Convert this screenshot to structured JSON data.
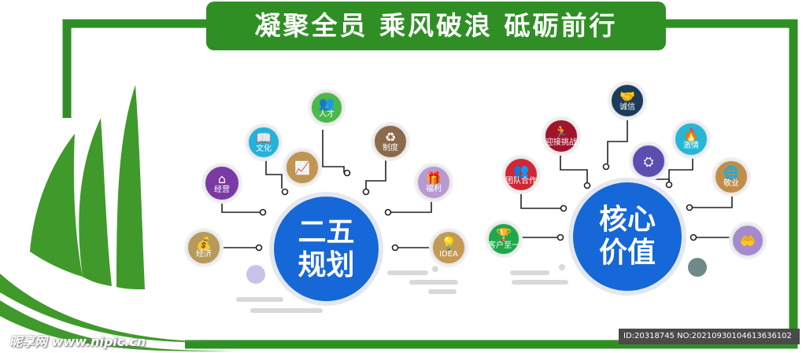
{
  "slogan": "凝聚全员 乘风破浪 砥砺前行",
  "colors": {
    "frame_green": "#2f8f25",
    "sail_green": "#3f9a2b",
    "hub_blue": "#1667d8",
    "dot_gray": "#c9c9c9"
  },
  "left_hub": {
    "line1": "二五",
    "line2": "规划"
  },
  "right_hub": {
    "line1": "核心",
    "line2": "价值"
  },
  "left_nodes": [
    {
      "label": "经济",
      "icon": "money-bag-icon",
      "glyph": "💰",
      "color": "#b59a5a"
    },
    {
      "label": "经营",
      "icon": "house-icon",
      "glyph": "⌂",
      "color": "#7b3aa3"
    },
    {
      "label": "文化",
      "icon": "book-icon",
      "glyph": "📖",
      "color": "#23b2dc"
    },
    {
      "label": "",
      "icon": "chart-board-icon",
      "glyph": "📈",
      "color": "#bf9550"
    },
    {
      "label": "人才",
      "icon": "people-icon",
      "glyph": "👥",
      "color": "#4ab84a"
    },
    {
      "label": "制度",
      "icon": "recycle-icon",
      "glyph": "♻",
      "color": "#8b6a4c"
    },
    {
      "label": "福利",
      "icon": "gift-icon",
      "glyph": "🎁",
      "color": "#b79ad1"
    },
    {
      "label": "IDEA",
      "icon": "lightbulb-icon",
      "glyph": "💡",
      "color": "#c29a55"
    }
  ],
  "right_nodes": [
    {
      "label": "客户至一",
      "icon": "trophy-icon",
      "glyph": "🏆",
      "color": "#1fa84a"
    },
    {
      "label": "团队合作",
      "icon": "team-icon",
      "glyph": "👥",
      "color": "#d02736"
    },
    {
      "label": "迎接挑战",
      "icon": "runner-icon",
      "glyph": "🏃",
      "color": "#a0142c"
    },
    {
      "label": "诚信",
      "icon": "handshake-icon",
      "glyph": "🤝",
      "color": "#1c3c5a"
    },
    {
      "label": "",
      "icon": "network-icon",
      "glyph": "⛭",
      "color": "#5a4fb0"
    },
    {
      "label": "激情",
      "icon": "flame-icon",
      "glyph": "🔥",
      "color": "#26b7d6"
    },
    {
      "label": "敬业",
      "icon": "globe-icon",
      "glyph": "🌐",
      "color": "#bf8e4a"
    },
    {
      "label": "",
      "icon": "hand-coins-icon",
      "glyph": "🤲",
      "color": "#a58ad0"
    }
  ],
  "watermark": "昵享网 www.nipic.cn",
  "image_id": "ID:20318745 NO:20210930104613636102"
}
